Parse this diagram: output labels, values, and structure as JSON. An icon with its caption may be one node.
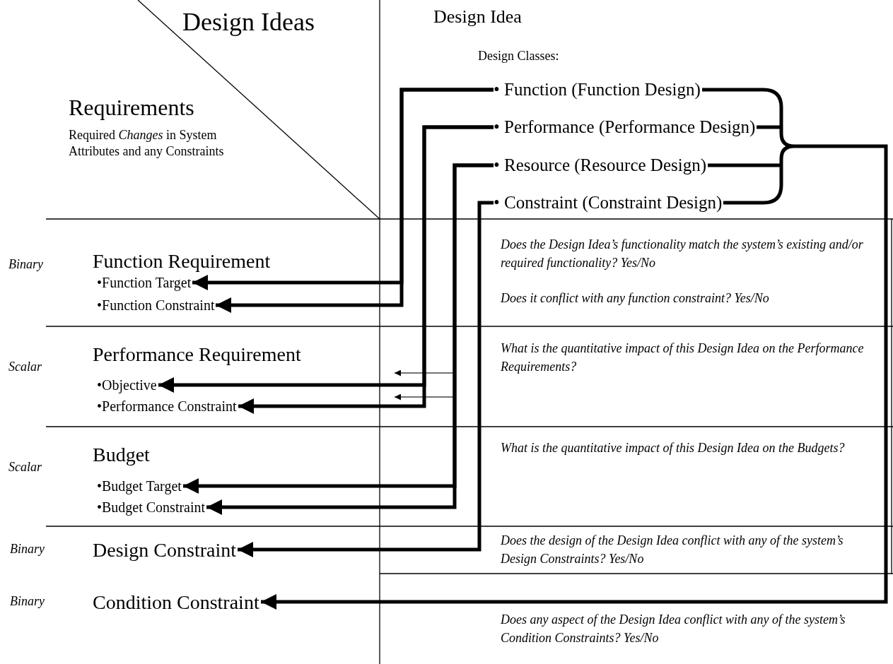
{
  "diagram": {
    "nodes": [
      {
        "text": [
          "• Function (Function Design)"
        ]
      },
      {
        "text": [
          "• Performance (Performance Design)"
        ]
      },
      {
        "text": [
          "• Resource (Resource Design)"
        ]
      },
      {
        "text": [
          "• Constraint (Constraint Design)"
        ]
      },
      {
        "text": [
          "•Function Target"
        ]
      },
      {
        "text": [
          "•Function Constraint"
        ]
      },
      {
        "text": [
          "•Objective"
        ]
      },
      {
        "text": [
          "•Performance Constraint"
        ]
      },
      {
        "text": [
          "•Budget Target"
        ]
      },
      {
        "text": [
          "•Budget Constraint"
        ]
      },
      {
        "text": [
          "Design Constraint"
        ]
      },
      {
        "text": [
          "Condition Constraint"
        ]
      }
    ],
    "edges": [
      {
        "from": 0,
        "to": 4,
        "arrow": "to"
      },
      {
        "from": 0,
        "to": 5,
        "arrow": "to"
      },
      {
        "from": 1,
        "to": 6,
        "arrow": "to"
      },
      {
        "from": 1,
        "to": 7,
        "arrow": "to"
      },
      {
        "from": 2,
        "to": 8,
        "arrow": "to"
      },
      {
        "from": 2,
        "to": 9,
        "arrow": "to"
      },
      {
        "from": 3,
        "to": 10,
        "arrow": "to"
      },
      {
        "from": 0,
        "to": 11,
        "arrow": "to"
      },
      {
        "from": 1,
        "to": 11,
        "arrow": "to"
      },
      {
        "from": 2,
        "to": 11,
        "arrow": "to"
      },
      {
        "from": 3,
        "to": 11,
        "arrow": "to"
      }
    ],
    "labels": [
      "Design Ideas",
      "Design Idea",
      "Design Classes:",
      "Requirements",
      "Required *Changes* in System Attributes and any Constraints",
      "Binary",
      "Function Requirement",
      "Does the Design Idea’s functionality match the system’s existing and/or required functionality? Yes/No",
      "Does it conflict with any function constraint? Yes/No",
      "Scalar",
      "Performance Requirement",
      "What is the quantitative impact of this Design Idea on the Performance Requirements?",
      "Scalar",
      "Budget",
      "What is the quantitative impact of this Design Idea on the Budgets?",
      "Binary",
      "Does the design of the Design Idea conflict with any of the system’s Design Constraints? Yes/No",
      "Binary",
      "Does any aspect of the Design Idea conflict with any of the system’s Condition Constraints? Yes/No"
    ]
  }
}
